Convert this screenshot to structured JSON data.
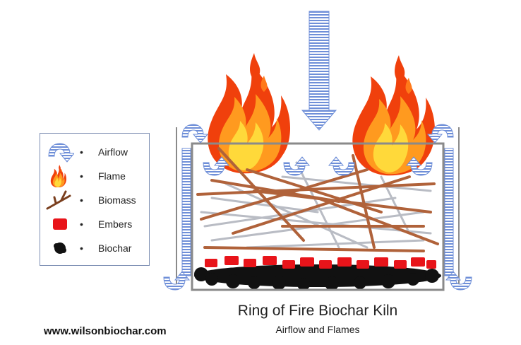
{
  "legend": {
    "items": [
      {
        "icon": "airflow-icon",
        "bullet": "•",
        "label": "Airflow"
      },
      {
        "icon": "flame-icon",
        "bullet": "•",
        "label": "Flame"
      },
      {
        "icon": "biomass-icon",
        "bullet": "•",
        "label": "Biomass"
      },
      {
        "icon": "embers-icon",
        "bullet": "•",
        "label": "Embers"
      },
      {
        "icon": "biochar-icon",
        "bullet": "•",
        "label": "Biochar"
      }
    ]
  },
  "title": "Ring of Fire Biochar Kiln",
  "subtitle": "Airflow and Flames",
  "website": "www.wilsonbiochar.com",
  "colors": {
    "airflow": "#6f8fd8",
    "kiln_frame": "#8a8a8a",
    "flame_outer": "#f44b10",
    "flame_mid": "#f99520",
    "flame_inner": "#ffd23a",
    "biomass": "#b0623a",
    "biomass_light": "#b9bcc4",
    "embers": "#e8141a",
    "biochar": "#111111"
  }
}
